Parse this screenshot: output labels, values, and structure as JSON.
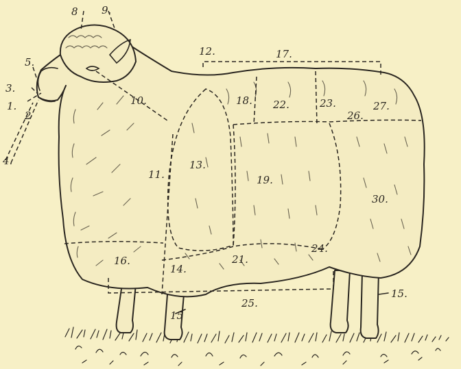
{
  "diagram": {
    "subject": "sheep-points-diagram",
    "background_color": "#f7f0c6",
    "ink_color": "#2a2620",
    "labels": [
      {
        "id": "1",
        "text": "1."
      },
      {
        "id": "2",
        "text": "2"
      },
      {
        "id": "3",
        "text": "3."
      },
      {
        "id": "4",
        "text": "4."
      },
      {
        "id": "5",
        "text": "5."
      },
      {
        "id": "8",
        "text": "8"
      },
      {
        "id": "9",
        "text": "9."
      },
      {
        "id": "10",
        "text": "10."
      },
      {
        "id": "11",
        "text": "11."
      },
      {
        "id": "12",
        "text": "12."
      },
      {
        "id": "13",
        "text": "13."
      },
      {
        "id": "14",
        "text": "14."
      },
      {
        "id": "15a",
        "text": "15"
      },
      {
        "id": "15b",
        "text": "15."
      },
      {
        "id": "16",
        "text": "16."
      },
      {
        "id": "17",
        "text": "17."
      },
      {
        "id": "18",
        "text": "18."
      },
      {
        "id": "19",
        "text": "19."
      },
      {
        "id": "21",
        "text": "21."
      },
      {
        "id": "22",
        "text": "22."
      },
      {
        "id": "23",
        "text": "23."
      },
      {
        "id": "24",
        "text": "24."
      },
      {
        "id": "25",
        "text": "25."
      },
      {
        "id": "26",
        "text": "26."
      },
      {
        "id": "27",
        "text": "27."
      },
      {
        "id": "30",
        "text": "30."
      }
    ]
  }
}
